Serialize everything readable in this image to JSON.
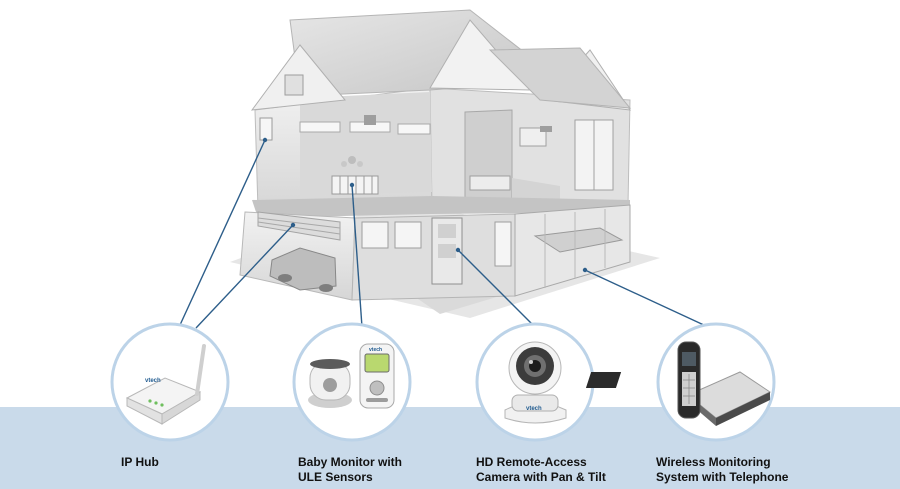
{
  "colors": {
    "band": "#c9daea",
    "leader_line": "#2d5e8a",
    "circle_ring": "#bcd3e8",
    "house_light": "#e8e8e8",
    "house_mid": "#cfcfcf",
    "house_dark": "#8f8f8f"
  },
  "brand_mark": "vtech",
  "camera_brand": "vtech",
  "devices": [
    {
      "id": "ip-hub",
      "label": "IP Hub",
      "icon": "ip-hub-icon"
    },
    {
      "id": "baby-monitor",
      "label": "Baby Monitor with\nULE Sensors",
      "icon": "baby-monitor-icon"
    },
    {
      "id": "camera",
      "label": "HD Remote-Access\nCamera with Pan & Tilt",
      "icon": "camera-icon"
    },
    {
      "id": "phone",
      "label": "Wireless Monitoring\nSystem with Telephone",
      "icon": "telephone-icon"
    }
  ]
}
